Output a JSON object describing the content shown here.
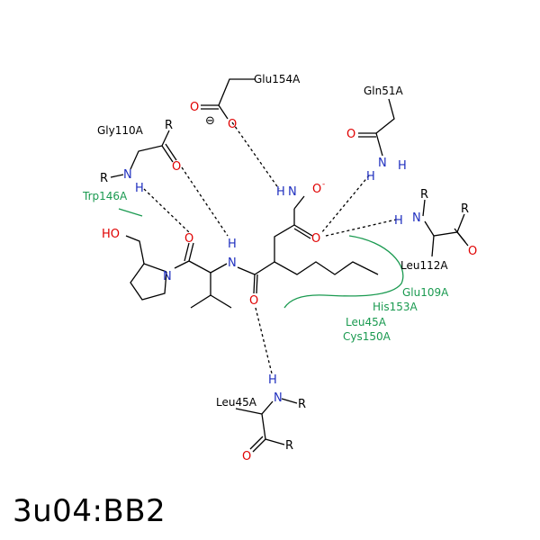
{
  "title": "3u04:BB2",
  "residues": {
    "glu154": "Glu154A",
    "gln51": "Gln51A",
    "gly110": "Gly110A",
    "trp146": "Trp146A",
    "leu112": "Leu112A",
    "leu45": "Leu45A"
  },
  "hydrophobic": {
    "glu109": "Glu109A",
    "his153": "His153A",
    "leu45": "Leu45A",
    "cys150": "Cys150A"
  },
  "atoms": {
    "O": "O",
    "N": "N",
    "H": "H",
    "R": "R",
    "HO": "HO",
    "charge_minus": "-",
    "anion": "⊖"
  },
  "colors": {
    "oxygen": "#e00000",
    "nitrogen": "#1f2fbf",
    "hydrophobic": "#1a9a50"
  }
}
